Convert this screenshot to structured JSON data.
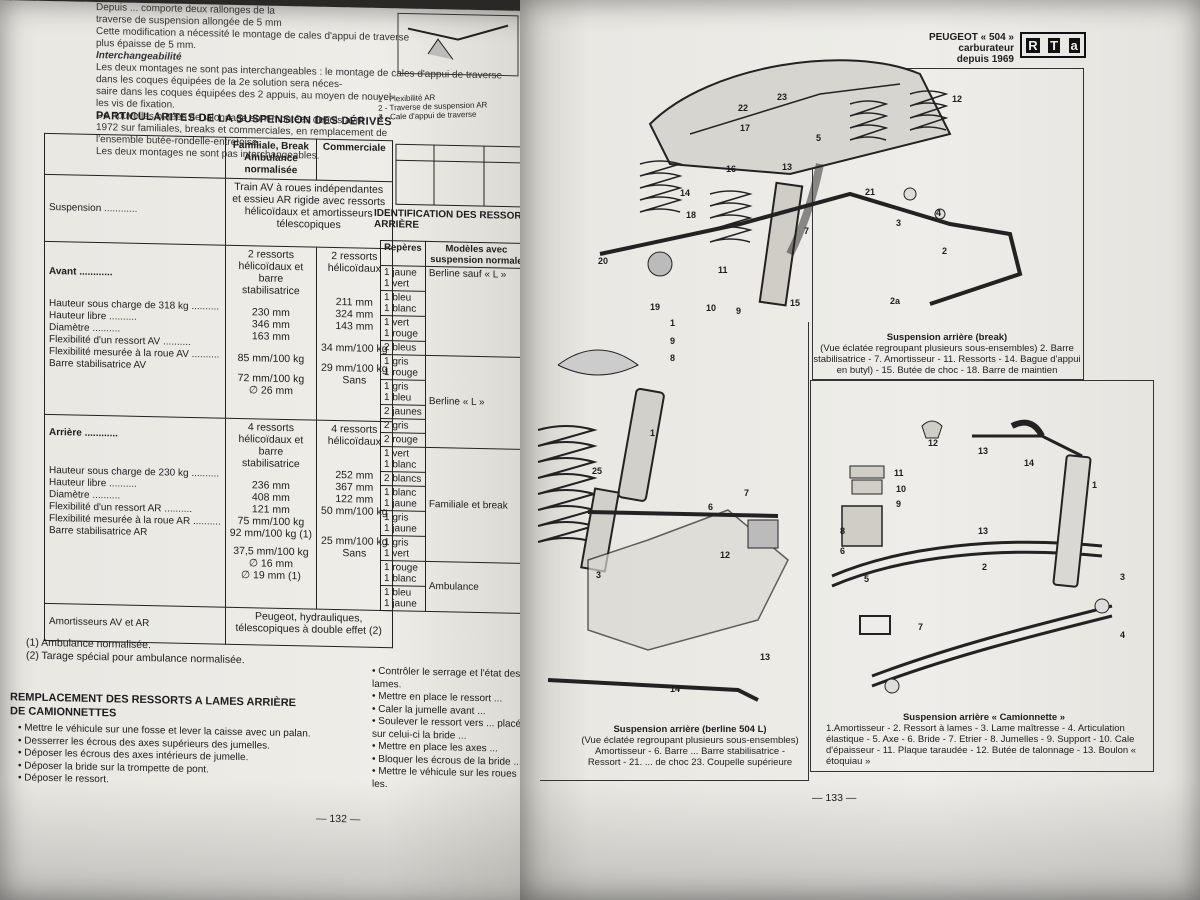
{
  "left_page": {
    "intro": [
      "Depuis ... comporte deux rallonges de la",
      "traverse de suspension allongée de 5 mm",
      "Cette modification a nécessité le montage de cales d'appui de traverse",
      "plus épaisse de 5 mm.",
      "Interchangeabilité",
      "Les deux montages ne sont pas interchangeables : le montage de cales d'appui de traverse",
      "dans les coques équipées de la 2e solution sera néces-",
      "saire dans les coques équipées des 2 appuis, au moyen de nouvel-",
      "les vis de fixation.",
      "De nouvelles butées de talonnage sont montées depuis avril",
      "1972 sur familiales, breaks et commerciales, en remplacement de",
      "l'ensemble butée-rondelle-entretoise.",
      "Les deux montages ne sont pas interchangeables."
    ],
    "section_title": "PARTICULARITES DE LA SUSPENSION DES DÉRIVÉS",
    "table": {
      "col1_header": "Familiale, Break Ambulance normalisée",
      "col2_header": "Commerciale",
      "suspension_label": "Suspension ............",
      "suspension_value": "Train AV à roues indépendantes et essieu AR rigide avec ressorts hélicoïdaux et amortisseurs télescopiques",
      "avant_label": "Avant ............",
      "avant_col1": "2 ressorts hélicoïdaux et barre stabilisatrice",
      "avant_col2": "2 ressorts hélicoïdaux",
      "avant_rows": [
        "Hauteur sous charge de 318 kg ..........",
        "Hauteur libre ..........",
        "Diamètre ..........",
        "Flexibilité d'un ressort AV ..........",
        "Flexibilité mesurée à la roue AV ..........",
        "Barre stabilisatrice AV"
      ],
      "avant_vals1": [
        "230 mm",
        "346 mm",
        "163 mm",
        "85 mm/100 kg",
        "72 mm/100 kg",
        "∅ 26 mm"
      ],
      "avant_vals2": [
        "211 mm",
        "324 mm",
        "143 mm",
        "34 mm/100 kg",
        "29 mm/100 kg",
        "Sans"
      ],
      "arriere_label": "Arrière ............",
      "arriere_col1": "4 ressorts hélicoïdaux et barre stabilisatrice",
      "arriere_col2": "4 ressorts hélicoïdaux",
      "arriere_rows": [
        "Hauteur sous charge de 230 kg ..........",
        "Hauteur libre ..........",
        "Diamètre ..........",
        "Flexibilité d'un ressort AR ..........",
        "Flexibilité mesurée à la roue AR ..........",
        "Barre stabilisatrice AR"
      ],
      "arriere_vals1": [
        "236 mm",
        "408 mm",
        "121 mm",
        "75 mm/100 kg",
        "92 mm/100 kg (1)",
        "37,5 mm/100 kg",
        "∅ 16 mm",
        "∅ 19 mm (1)"
      ],
      "arriere_vals2": [
        "252 mm",
        "367 mm",
        "122 mm",
        "50 mm/100 kg",
        "25 mm/100 kg",
        "Sans"
      ],
      "amort_label": "Amortisseurs AV et AR",
      "amort_value": "Peugeot, hydrauliques, télescopiques à double effet (2)"
    },
    "notes": [
      "(1) Ambulance normalisée.",
      "(2) Tarage spécial pour ambulance normalisée."
    ],
    "replacement_title": "REMPLACEMENT DES RESSORTS A LAMES ARRIÈRE DE CAMIONNETTES",
    "bullets": [
      "Mettre le véhicule sur une fosse et lever la caisse avec un palan.",
      "Desserrer les écrous des axes supérieurs des jumelles.",
      "Déposer les écrous des axes intérieurs de jumelle.",
      "Déposer la bride sur la trompette de pont.",
      "Déposer le ressort."
    ],
    "page_number": "— 132 —"
  },
  "middle_column": {
    "legend": [
      "1 - Flexibilité AR",
      "2 - Traverse de suspension AR",
      "3 - Cale d'appui de traverse"
    ],
    "table_title": "IDENTIFICATION DES RESSORTS ARRIÈRE",
    "ident_headers": [
      "Repères",
      "Modèles avec suspension normale"
    ],
    "ident_rows": [
      [
        "1 jaune",
        "1 vert"
      ],
      [
        "1 bleu",
        "1 blanc"
      ],
      [
        "1 vert",
        "1 rouge"
      ],
      [
        "2 bleus"
      ],
      [
        "1 gris",
        "1 rouge"
      ],
      [
        "1 gris",
        "1 bleu"
      ],
      [
        "2 jaunes"
      ],
      [
        "2 gris"
      ],
      [
        "2 rouge"
      ],
      [
        "1 vert",
        "1 blanc"
      ],
      [
        "2 blancs"
      ],
      [
        "1 blanc",
        "1 jaune"
      ],
      [
        "1 gris",
        "1 jaune"
      ],
      [
        "1 gris",
        "1 vert"
      ],
      [
        "1 rouge",
        "1 blanc"
      ],
      [
        "1 bleu",
        "1 jaune"
      ]
    ],
    "ident_models": [
      "Berline sauf « L »",
      "Berline « L »",
      "Familiale et break",
      "Ambulance"
    ],
    "bullets": [
      "Contrôler le serrage et l'état des lames.",
      "Mettre en place le ressort ...",
      "Caler la jumelle avant ...",
      "Soulever le ressort vers ... placé sur celui-ci la bride ...",
      "Mettre en place les axes ...",
      "Bloquer les écrous de la bride ...",
      "Mettre le véhicule sur les roues ... les."
    ]
  },
  "right_page": {
    "brand_lines": [
      "PEUGEOT « 504 »",
      "carburateur",
      "depuis 1969"
    ],
    "rta_letters": [
      "R",
      "T",
      "a"
    ],
    "caption_break_title": "Suspension arrière (break)",
    "caption_break_text": "(Vue éclatée regroupant plusieurs sous-ensembles) 2. Barre stabilisatrice - 7. Amortisseur - 11. Ressorts - 14. Bague d'appui en butyl) - 15. Butée de choc - 18. Barre de maintien",
    "caption_berline_title": "Suspension arrière (berline 504 L)",
    "caption_berline_text": "(Vue éclatée regroupant plusieurs sous-ensembles) Amortisseur - 6. Barre ... Barre stabilisatrice - Ressort - 21. ... de choc 23. Coupelle supérieure",
    "caption_camion_title": "Suspension arrière « Camionnette »",
    "caption_camion_text": "1.Amortisseur - 2. Ressort à lames - 3. Lame maîtresse - 4. Articulation élastique - 5. Axe - 6. Bride - 7. Etrier - 8. Jumelles - 9. Support - 10. Cale d'épaisseur - 11. Plaque taraudée - 12. Butée de talonnage - 13. Boulon « étoquiau »",
    "page_number": "— 133 —"
  },
  "figure_labels": {
    "break": [
      "23",
      "22",
      "17",
      "5",
      "12",
      "13",
      "16",
      "21",
      "14",
      "18",
      "11",
      "3",
      "4",
      "2",
      "7",
      "20",
      "19",
      "1",
      "10",
      "9",
      "2a",
      "15"
    ],
    "berline": [
      "9",
      "8",
      "1",
      "25",
      "6",
      "7",
      "12",
      "3",
      "13",
      "14"
    ],
    "camion": [
      "12",
      "13",
      "14",
      "11",
      "10",
      "9",
      "8",
      "6",
      "5",
      "13",
      "7",
      "2",
      "3",
      "4",
      "1"
    ]
  }
}
